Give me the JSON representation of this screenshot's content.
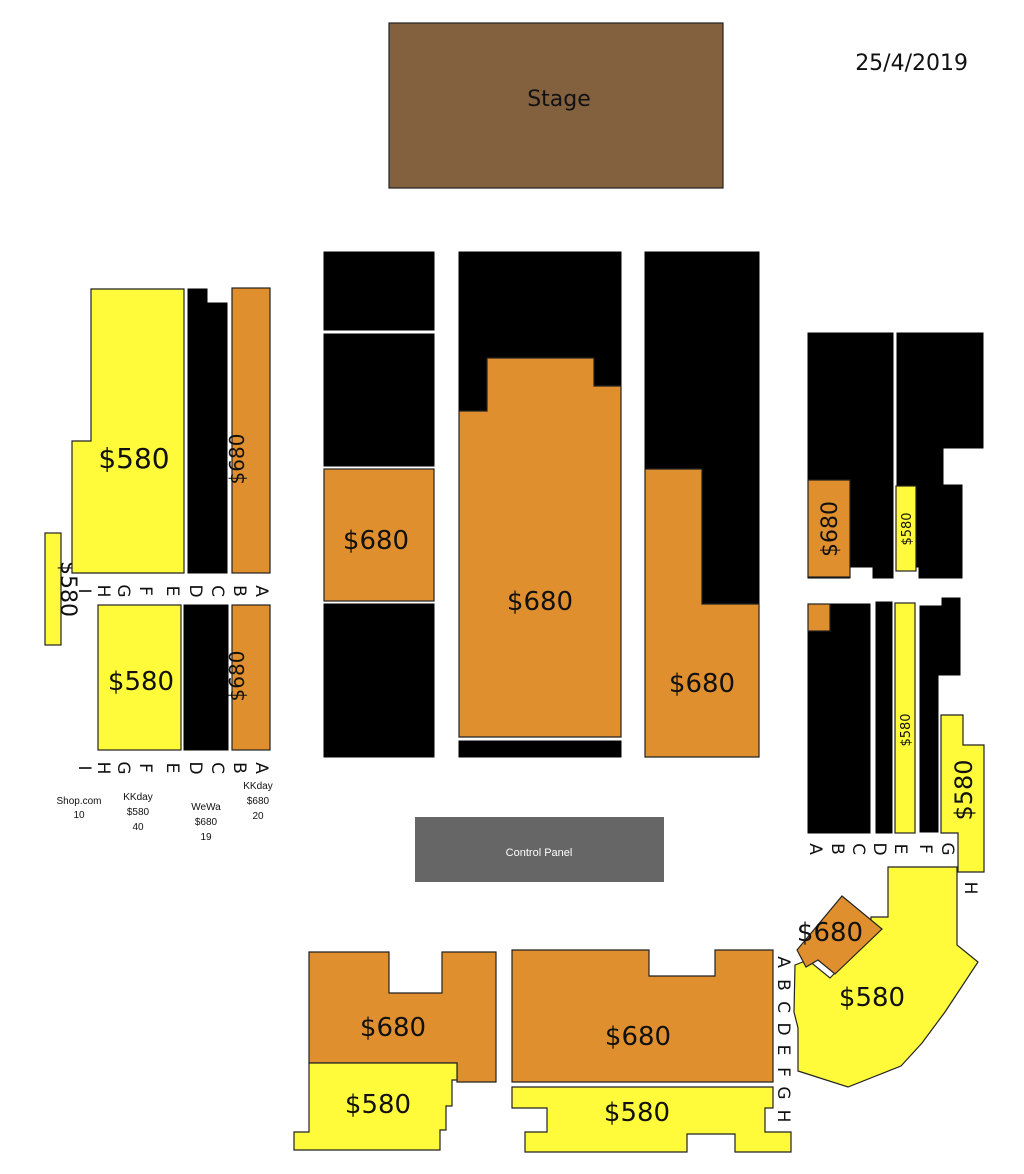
{
  "date": "25/4/2019",
  "stage": "Stage",
  "control_panel": "Control Panel",
  "price_580": "$580",
  "price_680": "$680",
  "row_letters": [
    "A",
    "B",
    "C",
    "D",
    "E",
    "F",
    "G",
    "H",
    "I"
  ],
  "vendors": [
    {
      "name": "Shop.com",
      "price": "",
      "count": "10"
    },
    {
      "name": "KKday",
      "price": "$580",
      "count": "40"
    },
    {
      "name": "WeWa",
      "price": "$680",
      "count": "19"
    },
    {
      "name": "KKday",
      "price": "$680",
      "count": "20"
    }
  ],
  "colors": {
    "tier_580": "#fffb3b",
    "tier_680": "#e08f2f",
    "stage": "#83613e",
    "control_panel": "#666666",
    "unavailable": "#000000"
  }
}
